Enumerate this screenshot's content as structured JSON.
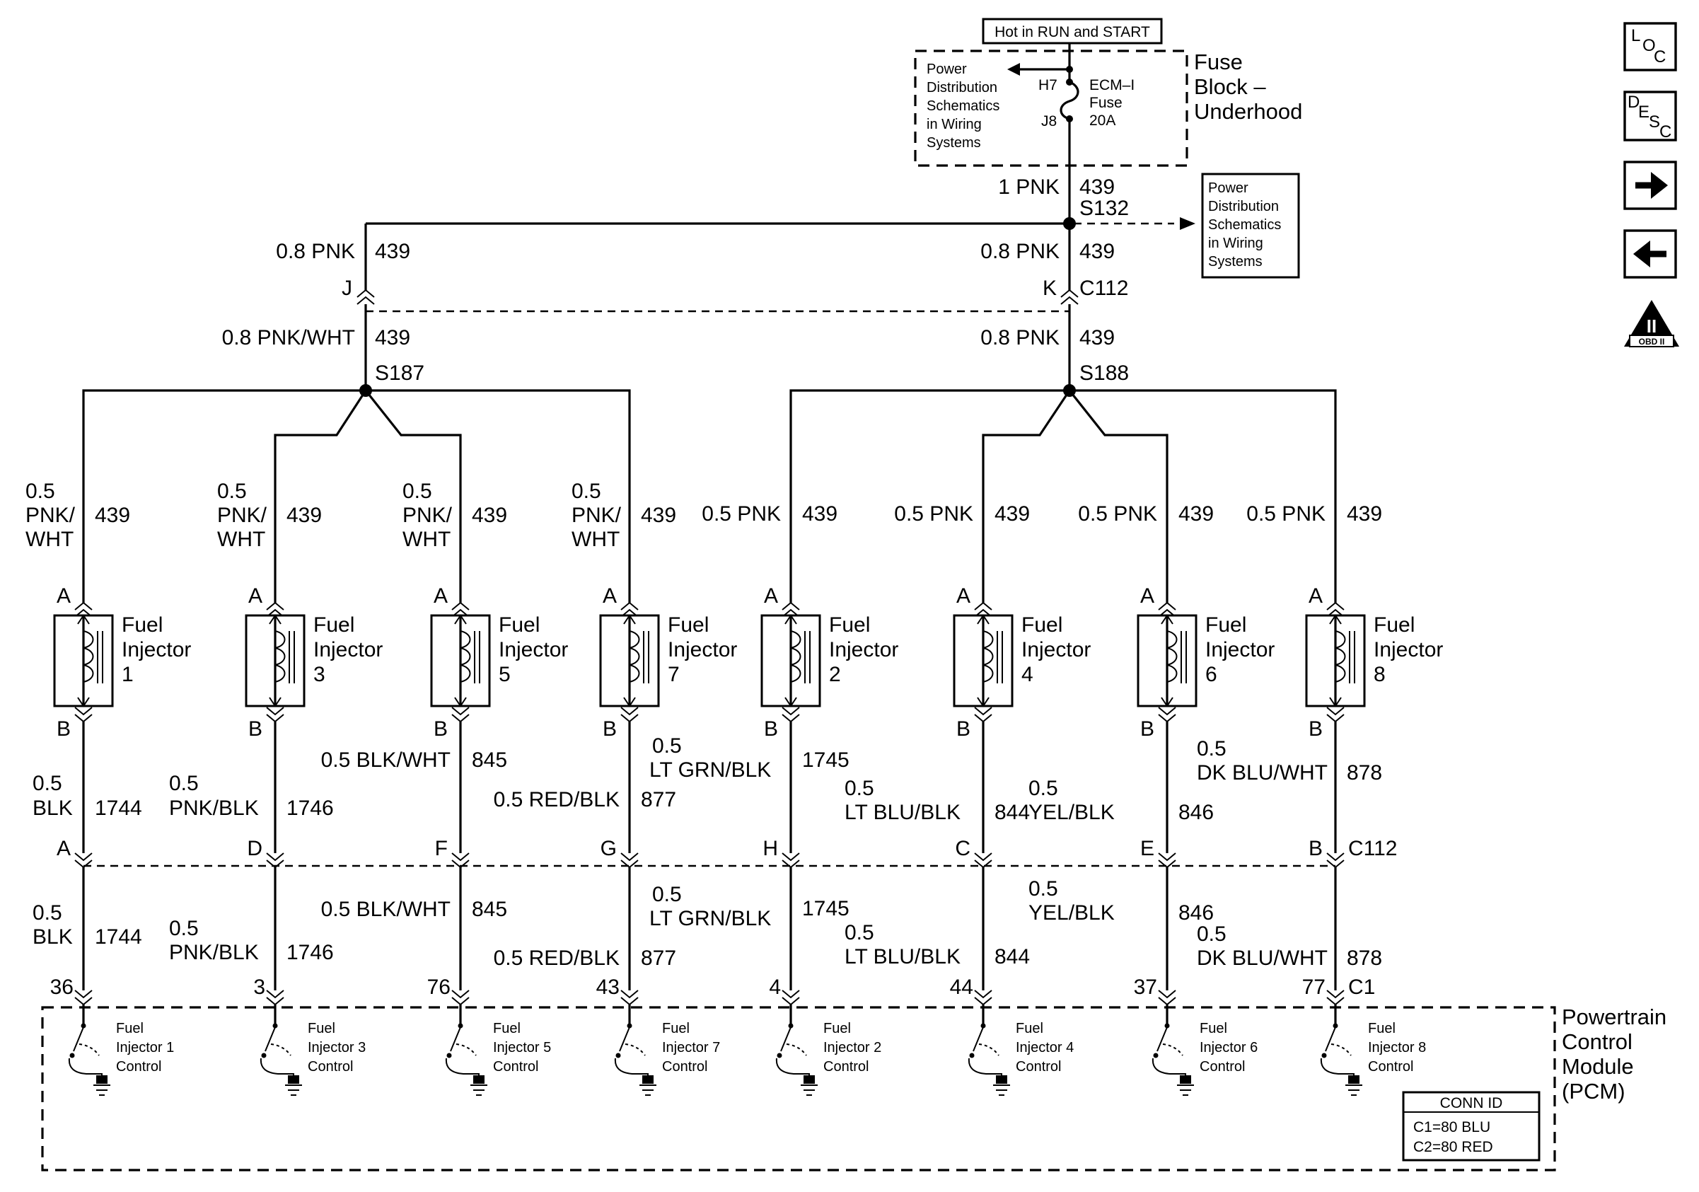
{
  "header_box": "Hot in RUN and START",
  "fuse_block": {
    "label_lines": [
      "Fuse",
      "Block –",
      "Underhood"
    ],
    "fuse_lines": [
      "ECM–I",
      "Fuse",
      "20A"
    ],
    "terminal_top": "H7",
    "terminal_bottom": "J8",
    "ref_lines": [
      "Power",
      "Distribution",
      "Schematics",
      "in Wiring",
      "Systems"
    ]
  },
  "side_ref_lines": [
    "Power",
    "Distribution",
    "Schematics",
    "in Wiring",
    "Systems"
  ],
  "main_feed": {
    "gauge": "1 PNK",
    "circuit": "439",
    "splice": "S132"
  },
  "branch_left": {
    "upper_gauge": "0.8 PNK",
    "upper_circuit": "439",
    "pin": "J",
    "lower_gauge": "0.8 PNK/WHT",
    "lower_circuit": "439",
    "splice": "S187"
  },
  "branch_right": {
    "upper_gauge": "0.8 PNK",
    "upper_circuit": "439",
    "pin": "K",
    "connector": "C112",
    "lower_gauge": "0.8 PNK",
    "lower_circuit": "439",
    "splice": "S188"
  },
  "injectors": [
    {
      "name": "Fuel Injector 1",
      "line1": "Fuel",
      "line2": "Injector",
      "number": "1",
      "top_gauge": [
        "0.5",
        "PNK/",
        "WHT"
      ],
      "top_circuit": "439",
      "pin_a": "A",
      "pin_b": "B",
      "low_gauge": [
        "0.5",
        "BLK"
      ],
      "low_circuit": "1744",
      "c112_pin": "A",
      "pcm_gauge": [
        "0.5",
        "BLK"
      ],
      "pcm_circuit": "1744",
      "pcm_pin": "36",
      "control": [
        "Fuel",
        "Injector 1",
        "Control"
      ]
    },
    {
      "name": "Fuel Injector 3",
      "line1": "Fuel",
      "line2": "Injector",
      "number": "3",
      "top_gauge": [
        "0.5",
        "PNK/",
        "WHT"
      ],
      "top_circuit": "439",
      "pin_a": "A",
      "pin_b": "B",
      "low_gauge": [
        "0.5",
        "PNK/BLK"
      ],
      "low_circuit": "1746",
      "c112_pin": "D",
      "pcm_gauge": [
        "0.5",
        "PNK/BLK"
      ],
      "pcm_circuit": "1746",
      "pcm_pin": "3",
      "control": [
        "Fuel",
        "Injector 3",
        "Control"
      ]
    },
    {
      "name": "Fuel Injector 5",
      "line1": "Fuel",
      "line2": "Injector",
      "number": "5",
      "top_gauge": [
        "0.5",
        "PNK/",
        "WHT"
      ],
      "top_circuit": "439",
      "pin_a": "A",
      "pin_b": "B",
      "low_gauge": [
        "0.5 BLK/WHT"
      ],
      "low_circuit": "845",
      "c112_pin": "F",
      "pcm_gauge": [
        "0.5 BLK/WHT"
      ],
      "pcm_circuit": "845",
      "pcm_pin": "76",
      "control": [
        "Fuel",
        "Injector 5",
        "Control"
      ]
    },
    {
      "name": "Fuel Injector 7",
      "line1": "Fuel",
      "line2": "Injector",
      "number": "7",
      "top_gauge": [
        "0.5",
        "PNK/",
        "WHT"
      ],
      "top_circuit": "439",
      "pin_a": "A",
      "pin_b": "B",
      "low_gauge": [
        "0.5 RED/BLK"
      ],
      "low_circuit": "877",
      "c112_pin": "G",
      "pcm_gauge": [
        "0.5 RED/BLK"
      ],
      "pcm_circuit": "877",
      "pcm_pin": "43",
      "control": [
        "Fuel",
        "Injector 7",
        "Control"
      ]
    },
    {
      "name": "Fuel Injector 2",
      "line1": "Fuel",
      "line2": "Injector",
      "number": "2",
      "top_gauge": [
        "0.5 PNK"
      ],
      "top_circuit": "439",
      "pin_a": "A",
      "pin_b": "B",
      "low_gauge": [
        "0.5",
        "LT GRN/BLK"
      ],
      "low_circuit": "1745",
      "c112_pin": "H",
      "pcm_gauge": [
        "0.5",
        "LT GRN/BLK"
      ],
      "pcm_circuit": "1745",
      "pcm_pin": "4",
      "control": [
        "Fuel",
        "Injector 2",
        "Control"
      ]
    },
    {
      "name": "Fuel Injector 4",
      "line1": "Fuel",
      "line2": "Injector",
      "number": "4",
      "top_gauge": [
        "0.5 PNK"
      ],
      "top_circuit": "439",
      "pin_a": "A",
      "pin_b": "B",
      "low_gauge": [
        "0.5",
        "LT BLU/BLK"
      ],
      "low_circuit": "844",
      "c112_pin": "C",
      "pcm_gauge": [
        "0.5",
        "LT BLU/BLK"
      ],
      "pcm_circuit": "844",
      "pcm_pin": "44",
      "control": [
        "Fuel",
        "Injector 4",
        "Control"
      ]
    },
    {
      "name": "Fuel Injector 6",
      "line1": "Fuel",
      "line2": "Injector",
      "number": "6",
      "top_gauge": [
        "0.5 PNK"
      ],
      "top_circuit": "439",
      "pin_a": "A",
      "pin_b": "B",
      "low_gauge": [
        "0.5",
        "YEL/BLK"
      ],
      "low_circuit": "846",
      "c112_pin": "E",
      "pcm_gauge": [
        "0.5",
        "YEL/BLK"
      ],
      "pcm_circuit": "846",
      "pcm_pin": "37",
      "control": [
        "Fuel",
        "Injector 6",
        "Control"
      ]
    },
    {
      "name": "Fuel Injector 8",
      "line1": "Fuel",
      "line2": "Injector",
      "number": "8",
      "top_gauge": [
        "0.5 PNK"
      ],
      "top_circuit": "439",
      "pin_a": "A",
      "pin_b": "B",
      "low_gauge": [
        "0.5",
        "DK BLU/WHT"
      ],
      "low_circuit": "878",
      "c112_pin": "B",
      "pcm_gauge": [
        "0.5",
        "DK BLU/WHT"
      ],
      "pcm_circuit": "878",
      "pcm_pin": "77",
      "control": [
        "Fuel",
        "Injector 8",
        "Control"
      ]
    }
  ],
  "c112_label": "C112",
  "c1_label": "C1",
  "pcm_label_lines": [
    "Powertrain",
    "Control",
    "Module",
    "(PCM)"
  ],
  "conn_id": {
    "title": "CONN ID",
    "line1": "C1=80 BLU",
    "line2": "C2=80 RED"
  },
  "nav": {
    "loc": [
      "L",
      "O",
      "C"
    ],
    "desc": [
      "D",
      "E",
      "S",
      "C"
    ],
    "obd": "OBD II",
    "obd_roman": "II",
    "icons": [
      "location-icon",
      "description-icon",
      "next-arrow-icon",
      "previous-arrow-icon",
      "obd-ii-icon"
    ]
  }
}
